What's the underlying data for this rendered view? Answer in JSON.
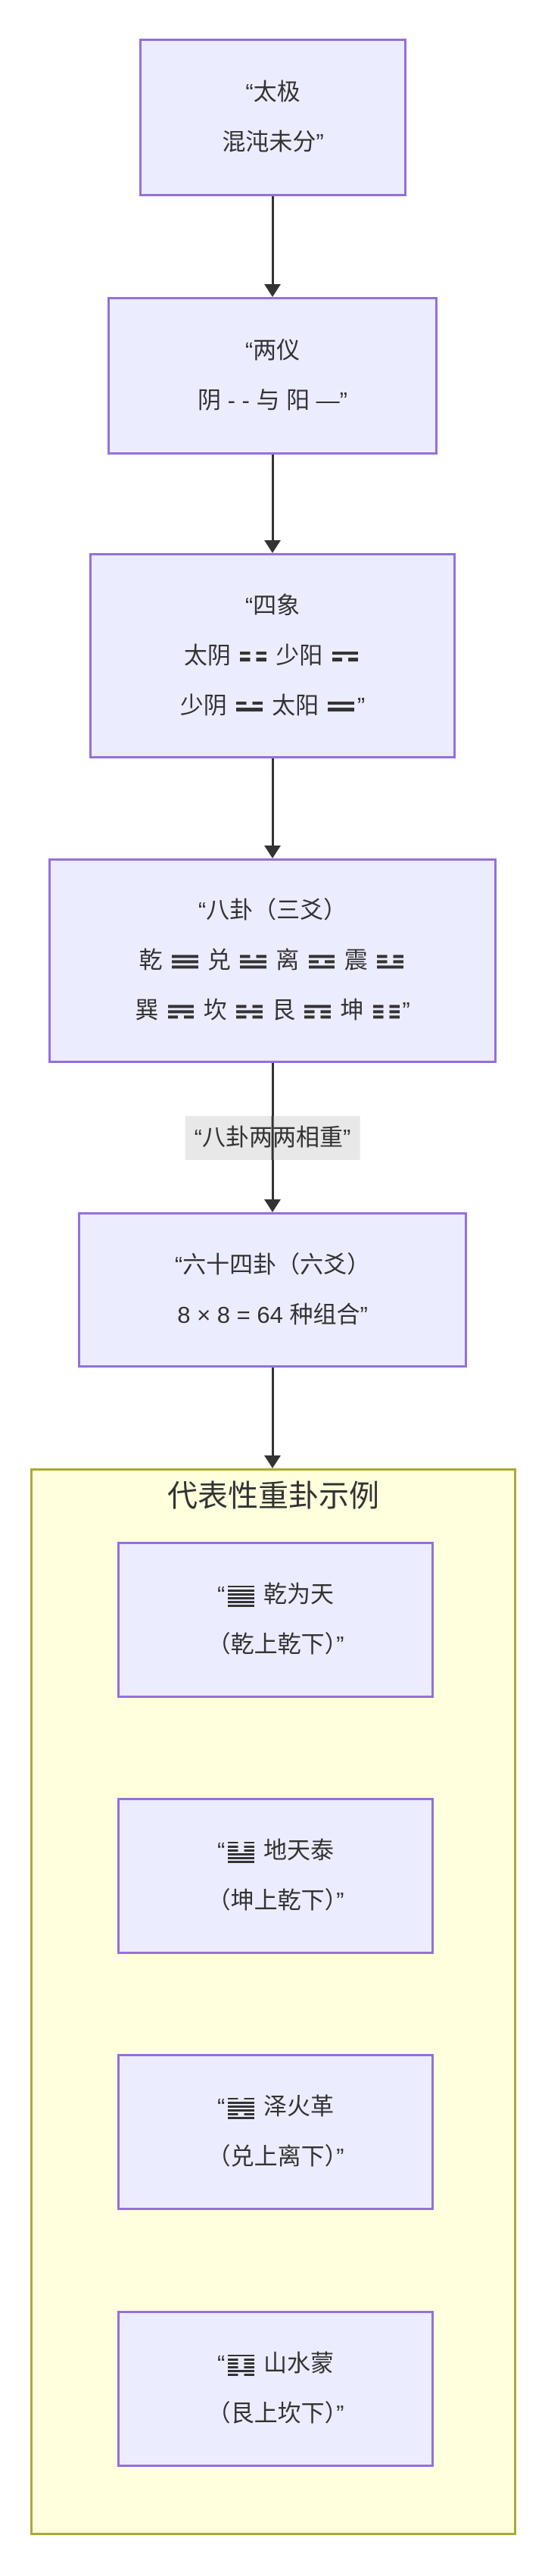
{
  "flowchart": {
    "nodes": {
      "taiji": {
        "lines": [
          "“太极",
          "混沌未分”"
        ]
      },
      "liangyi": {
        "lines": [
          "“两仪",
          "阴 - - 与 阳 —”"
        ]
      },
      "sixiang": {
        "lines": [
          "“四象",
          "太阴 ⚏ 少阳 ⚎",
          "少阴 ⚍ 太阳 ⚌”"
        ]
      },
      "bagua": {
        "lines": [
          "“八卦（三爻）",
          "乾 ☰ 兑 ☱ 离 ☲ 震 ☳",
          "巽 ☴ 坎 ☵ 艮 ☶ 坤 ☷”"
        ]
      },
      "sixtyfour": {
        "lines": [
          "“六十四卦（六爻）",
          "8 × 8 = 64 种组合”"
        ]
      }
    },
    "edge_label": "“八卦两两相重”",
    "cluster": {
      "title": "代表性重卦示例",
      "nodes": {
        "qianweitian": {
          "lines": [
            "“䷀ 乾为天",
            "（乾上乾下）”"
          ]
        },
        "ditiantai": {
          "lines": [
            "“䷊ 地天泰",
            "（坤上乾下）”"
          ]
        },
        "zehuoge": {
          "lines": [
            "“䷰ 泽火革",
            "（兑上离下）”"
          ]
        },
        "shanshuimeng": {
          "lines": [
            "“䷃ 山水蒙",
            "（艮上坎下）”"
          ]
        }
      }
    },
    "colors": {
      "node_fill": "#ECECFF",
      "node_border": "#9370DB",
      "cluster_fill": "#FFFFDE",
      "cluster_border": "#AAAA33",
      "edge": "#333333",
      "edge_label_bg": "#E8E8E8",
      "text": "#333333"
    }
  }
}
